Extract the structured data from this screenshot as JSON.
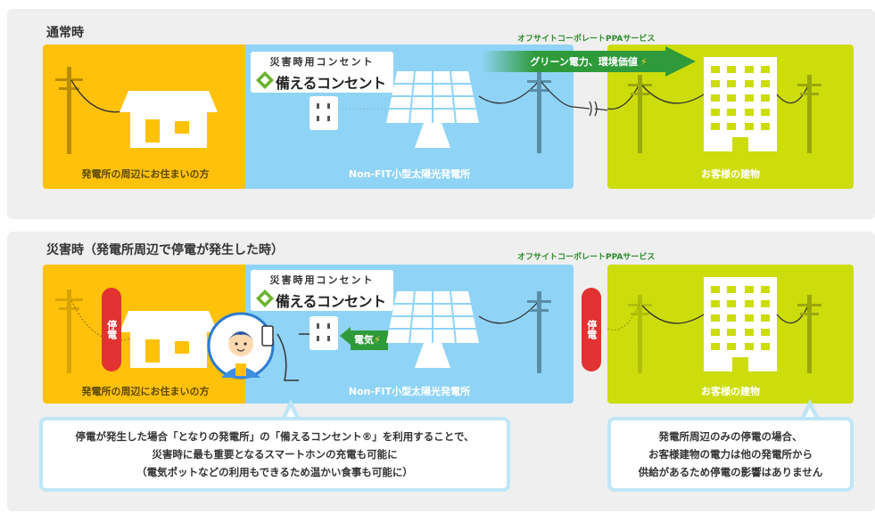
{
  "normal": {
    "title": "通常時",
    "ppa_label": "オフサイトコーポレートPPAサービス",
    "green_arrow_text": "グリーン電力、環境価値",
    "logo_sub": "災害時用コンセント",
    "logo_main": "備えるコンセント",
    "zone_house_label": "発電所の周辺にお住まいの方",
    "zone_plant_label": "Non-FIT小型太陽光発電所",
    "zone_customer_label": "お客様の建物"
  },
  "disaster": {
    "title": "災害時（発電所周辺で停電が発生した時）",
    "ppa_label": "オフサイトコーポレートPPAサービス",
    "logo_sub": "災害時用コンセント",
    "logo_main": "備えるコンセント",
    "outage_label": "停電",
    "denki_badge": "電気",
    "zone_house_label": "発電所の周辺にお住まいの方",
    "zone_plant_label": "Non-FIT小型太陽光発電所",
    "zone_customer_label": "お客様の建物",
    "callout_left": [
      "停電が発生した場合「となりの発電所」の「備えるコンセント®」を利用することで、",
      "災害時に最も重要となるスマートホンの充電も可能に",
      "（電気ポットなどの利用もできるため温かい食事も可能に）"
    ],
    "callout_right": [
      "発電所周辺のみの停電の場合、",
      "お客様建物の電力は他の発電所から",
      "供給があるため停電の影響はありません"
    ]
  },
  "colors": {
    "house_zone": "#ffc10a",
    "plant_zone": "#8fd4f6",
    "customer_zone": "#cddc0b",
    "arrow_green": "#2e9a3a",
    "outage_red": "#e23232",
    "panel_bg": "#efefef"
  }
}
